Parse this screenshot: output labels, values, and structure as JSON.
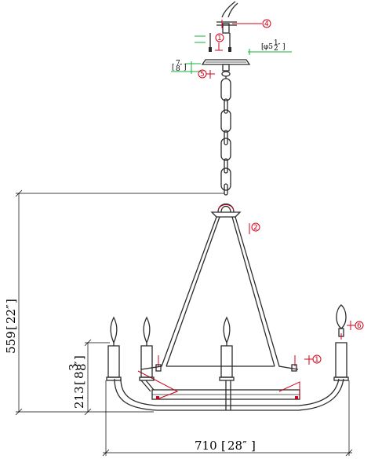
{
  "dimensions": {
    "overall_height": {
      "mm": "559",
      "inch": "22″"
    },
    "body_height": {
      "mm": "213",
      "inch_whole": "8",
      "inch_num": "3",
      "inch_den": "8",
      "inch_suffix": "″"
    },
    "width": {
      "mm": "710",
      "inch": "28″"
    },
    "canopy_diameter": {
      "prefix": "φ5",
      "num": "1",
      "den": "2",
      "suffix": "″"
    },
    "canopy_height": {
      "num": "7",
      "den": "8",
      "suffix": "″"
    }
  },
  "callouts": [
    "1",
    "2",
    "4",
    "5",
    "6"
  ],
  "colors": {
    "line": "#2b2b2b",
    "callout": "#d0021b",
    "dimension_marker": "#19b23a"
  }
}
